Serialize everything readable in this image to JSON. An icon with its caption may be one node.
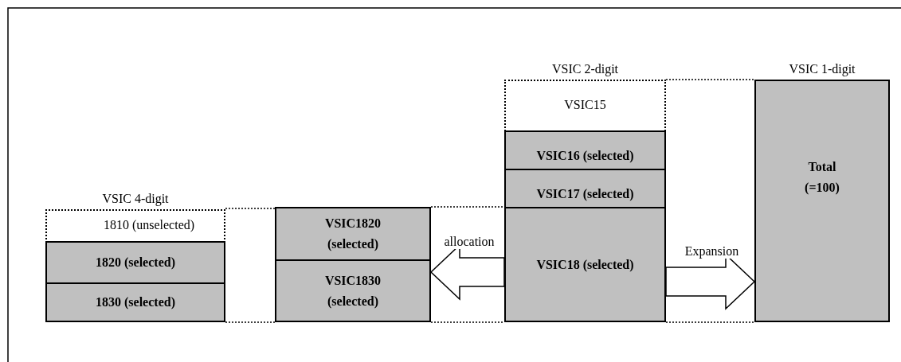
{
  "diagram": {
    "nodes": [
      {
        "text": [
          "VSIC 4-digit"
        ]
      },
      {
        "text": [
          "1810 (unselected)"
        ],
        "in": 0
      },
      {
        "text": [
          "1820 (selected)"
        ],
        "in": 0
      },
      {
        "text": [
          "1830 (selected)"
        ],
        "in": 0
      },
      {
        "text": [],
        "shape": "box"
      },
      {
        "text": [
          "VSIC1820 (selected)"
        ],
        "in": 4
      },
      {
        "text": [
          "VSIC1830 (selected)"
        ],
        "in": 4
      },
      {
        "text": [
          "VSIC 2-digit"
        ]
      },
      {
        "text": [
          "VSIC15"
        ],
        "in": 7
      },
      {
        "text": [
          "VSIC16 (selected)"
        ],
        "in": 7
      },
      {
        "text": [
          "VSIC17 (selected)"
        ],
        "in": 7
      },
      {
        "text": [
          "VSIC18 (selected)"
        ],
        "in": 7
      },
      {
        "text": [
          "VSIC 1-digit",
          "Total (=100)"
        ]
      }
    ],
    "edges": [
      {
        "from": 11,
        "to": 4,
        "arrow": "to",
        "label": "allocation"
      },
      {
        "from": 11,
        "to": 12,
        "arrow": "to",
        "label": "Expansion"
      },
      {
        "from": 0,
        "to": 4,
        "arrow": "none",
        "style": "dashed"
      },
      {
        "from": 0,
        "to": 4,
        "arrow": "none",
        "style": "dashed"
      },
      {
        "from": 4,
        "to": 11,
        "arrow": "none",
        "style": "dashed"
      },
      {
        "from": 4,
        "to": 11,
        "arrow": "none",
        "style": "dashed"
      },
      {
        "from": 7,
        "to": 12,
        "arrow": "none",
        "style": "dashed"
      },
      {
        "from": 7,
        "to": 12,
        "arrow": "none",
        "style": "dashed"
      }
    ]
  }
}
